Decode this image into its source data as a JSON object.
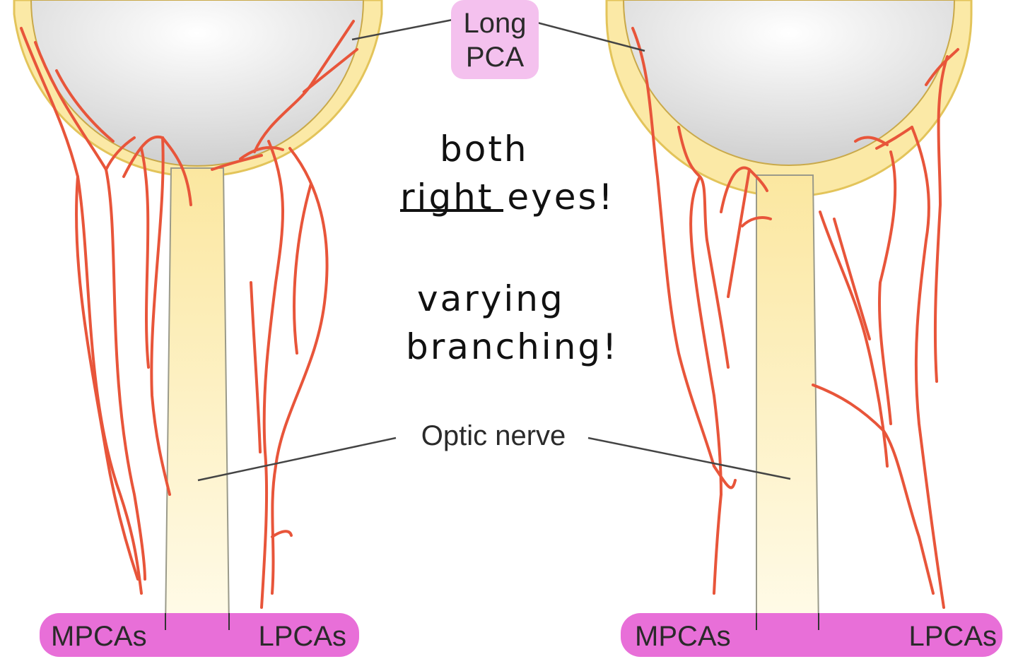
{
  "labels": {
    "long_pca_line1": "Long",
    "long_pca_line2": "PCA",
    "optic_nerve": "Optic nerve",
    "left_mpcas": "MPCAs",
    "left_lpcas": "LPCAs",
    "right_mpcas": "MPCAs",
    "right_lpcas": "LPCAs"
  },
  "annotations": {
    "line1": "both",
    "line2_underlined": "right",
    "line2_rest": " eyes!",
    "line3": "varying",
    "line4": "branching!"
  },
  "colors": {
    "sclera": "#fbe9a6",
    "sclera_stroke": "#e3c45a",
    "nerve": "#fdf0b8",
    "globe": "#d9d9d9",
    "artery": "#e8553a",
    "label_bar": "#e86fd8",
    "pca_box": "#f4c1ee"
  }
}
